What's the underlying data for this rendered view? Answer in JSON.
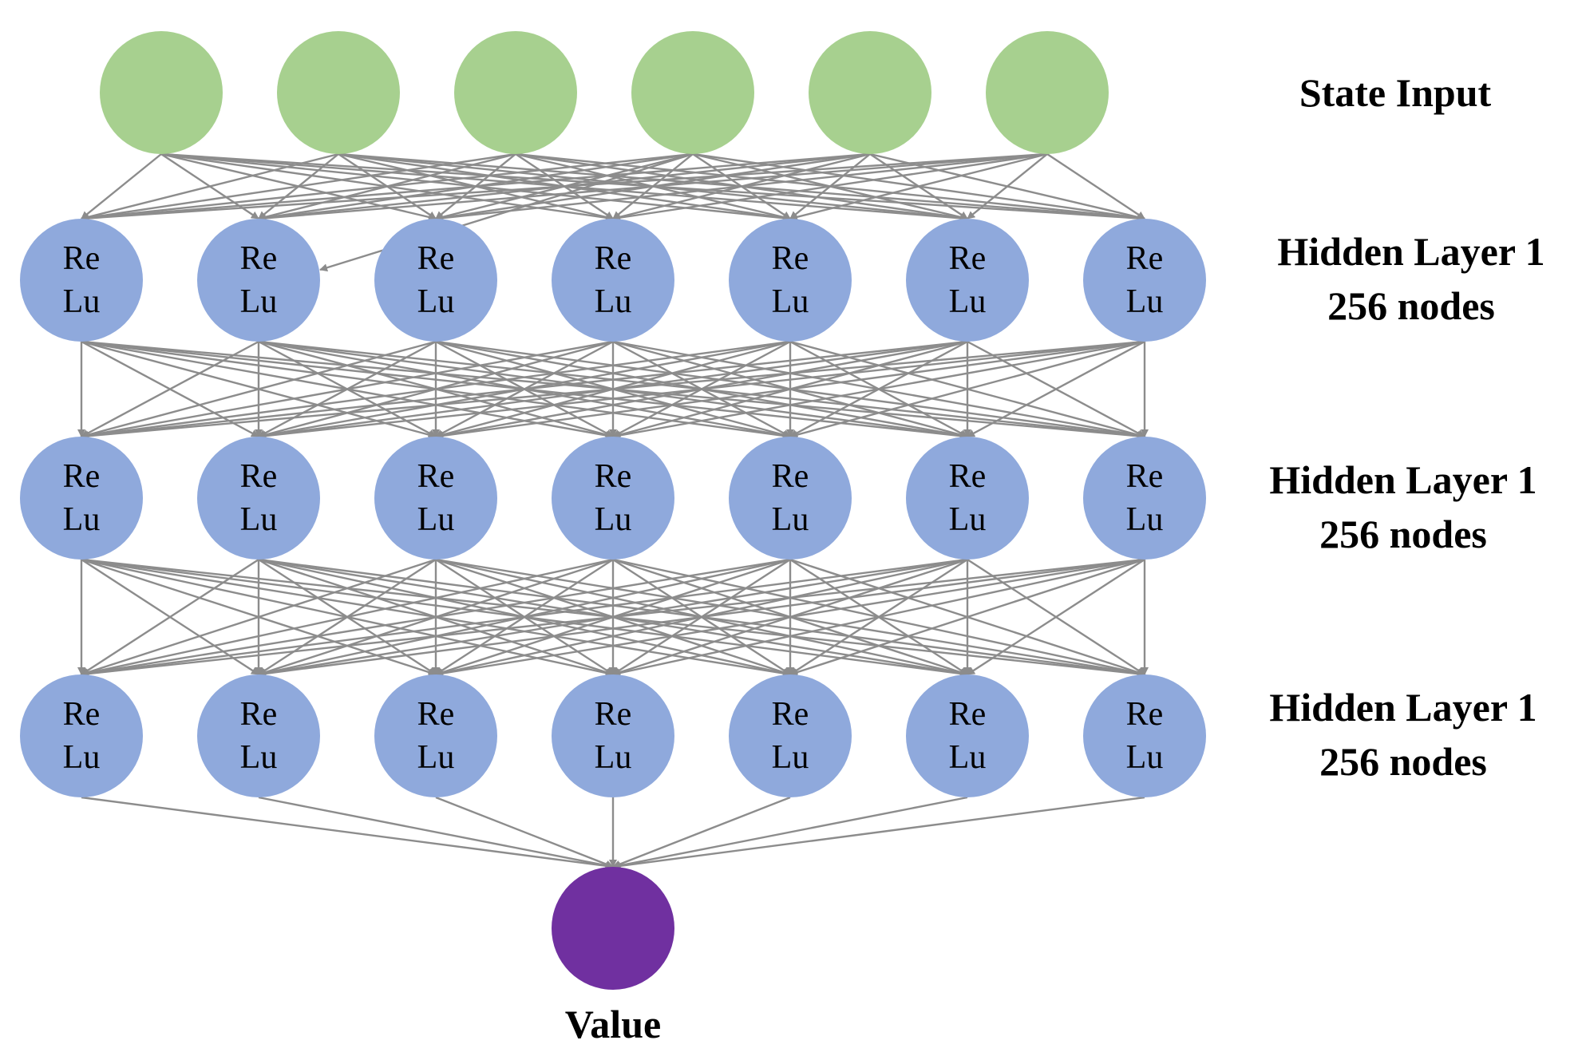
{
  "colors": {
    "input_node": "#a7d08f",
    "hidden_node": "#8fa9dc",
    "output_node": "#7030a0",
    "edge": "#8c8c8c",
    "text": "#000000"
  },
  "layers": [
    {
      "id": "input",
      "label": [
        "State Input"
      ],
      "node_count": 6,
      "node_text": []
    },
    {
      "id": "hidden-1",
      "label": [
        "Hidden Layer 1",
        "256 nodes"
      ],
      "node_count": 7,
      "node_text": [
        "Re",
        "Lu"
      ]
    },
    {
      "id": "hidden-2",
      "label": [
        "Hidden Layer 1",
        "256 nodes"
      ],
      "node_count": 7,
      "node_text": [
        "Re",
        "Lu"
      ]
    },
    {
      "id": "hidden-3",
      "label": [
        "Hidden Layer 1",
        "256 nodes"
      ],
      "node_count": 7,
      "node_text": [
        "Re",
        "Lu"
      ]
    },
    {
      "id": "output",
      "label": [
        "Value"
      ],
      "node_count": 1,
      "node_text": []
    }
  ],
  "connections": "fully-connected"
}
